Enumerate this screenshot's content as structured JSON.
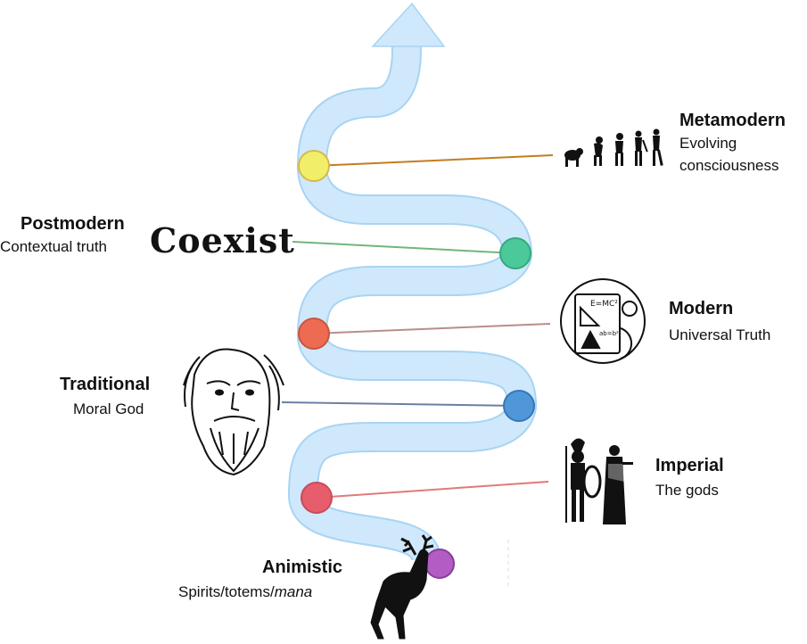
{
  "stages": [
    {
      "title": "Animistic",
      "desc_prefix": "Spirits/totems/",
      "desc_em": "mana",
      "node_color": "#b35cc3",
      "line_color": ""
    },
    {
      "title": "Imperial",
      "desc": "The gods",
      "node_color": "#e85d6c",
      "line_color": "#e07a7a"
    },
    {
      "title": "Traditional",
      "desc": "Moral God",
      "node_color": "#4f97d9",
      "line_color": "#6c7fa3"
    },
    {
      "title": "Modern",
      "desc": "Universal Truth",
      "node_color": "#ec6b52",
      "line_color": "#b88e8a"
    },
    {
      "title": "Postmodern",
      "desc": "Contextual truth",
      "node_color": "#4bc99a",
      "line_color": "#72b57e"
    },
    {
      "title": "Metamodern",
      "desc_lines": [
        "Evolving",
        "consciousness"
      ],
      "node_color": "#f1ef6a",
      "line_color": "#c47d1c"
    }
  ],
  "path_color": "#cfe8fb",
  "path_edge_color": "#a8d4f3",
  "icons": {
    "animistic": "deer-icon",
    "imperial": "greek-figures-icon",
    "traditional": "bearded-sage-icon",
    "modern": "science-formula-icon",
    "postmodern": "coexist-icon",
    "metamodern": "evolution-icon"
  },
  "modern_icon_text": [
    "E=MC²",
    "ab=b²"
  ],
  "coexist_text": "Coexist"
}
